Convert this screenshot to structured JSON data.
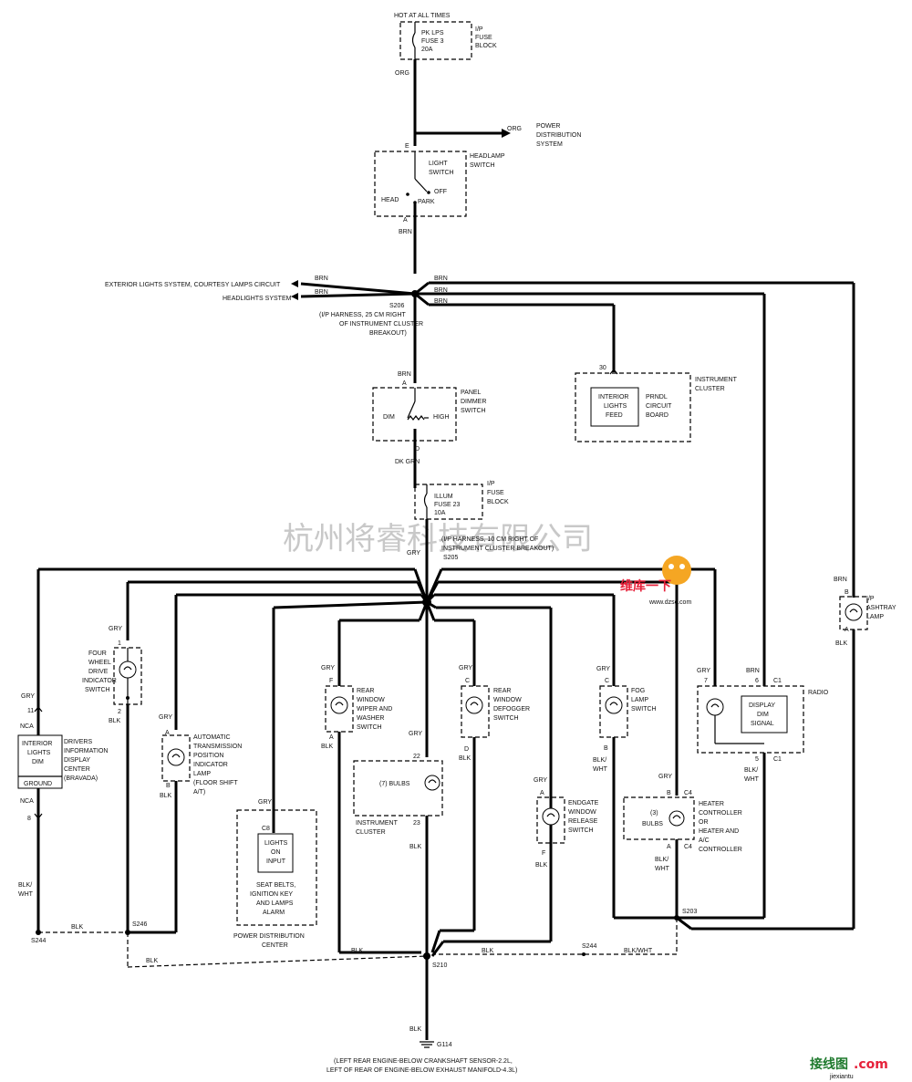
{
  "watermarks": {
    "company": "杭州将睿科技有限公司",
    "site_cn": "维库一下",
    "site_url": "www.dzsc.com",
    "bottom_logo": "接线图",
    "bottom_logo2": ".com",
    "bottom_url": "jiexiantu"
  },
  "top": {
    "hot": "HOT AT ALL TIMES",
    "fuse3_l1": "PK LPS",
    "fuse3_l2": "FUSE 3",
    "fuse3_l3": "20A",
    "ip1": "I/P",
    "ip2": "FUSE",
    "ip3": "BLOCK",
    "org": "ORG"
  },
  "headlamp": {
    "org2": "ORG",
    "pwr1": "POWER",
    "pwr2": "DISTRIBUTION",
    "pwr3": "SYSTEM",
    "e": "E",
    "light": "LIGHT",
    "switch": "SWITCH",
    "hl1": "HEADLAMP",
    "hl2": "SWITCH",
    "off": "OFF",
    "head": "HEAD",
    "park": "PARK",
    "a": "A",
    "brn": "BRN"
  },
  "s206": {
    "ext": "EXTERIOR LIGHTS SYSTEM, COURTESY LAMPS CIRCUIT",
    "hdl": "HEADLIGHTS SYSTEM",
    "brn1": "BRN",
    "brn2": "BRN",
    "brn3": "BRN",
    "brn4": "BRN",
    "brn5": "BRN",
    "id": "S206",
    "n1": "(I/P HARNESS, 25 CM RIGHT",
    "n2": "OF INSTRUMENT CLUSTER",
    "n3": "BREAKOUT)"
  },
  "cluster": {
    "pin": "30",
    "i1": "INTERIOR",
    "i2": "LIGHTS",
    "i3": "FEED",
    "p1": "PRNDL",
    "p2": "CIRCUIT",
    "p3": "BOARD",
    "c1": "INSTRUMENT",
    "c2": "CLUSTER"
  },
  "dimmer": {
    "brn": "BRN",
    "a": "A",
    "dim": "DIM",
    "high": "HIGH",
    "l1": "PANEL",
    "l2": "DIMMER",
    "l3": "SWITCH",
    "d": "D",
    "dkgrn": "DK GRN"
  },
  "illum": {
    "f1": "ILLUM",
    "f2": "FUSE 23",
    "f3": "10A",
    "ip1": "I/P",
    "ip2": "FUSE",
    "ip3": "BLOCK",
    "n1": "(I/P HARNESS, 10 CM RIGHT OF",
    "n2": "INSTRUMENT CLUSTER BREAKOUT)",
    "gry": "GRY",
    "s205": "S205"
  },
  "drivers": {
    "gry": "GRY",
    "p11": "11",
    "nca1": "NCA",
    "l1": "INTERIOR",
    "l2": "LIGHTS",
    "l3": "DIM",
    "gnd": "GROUND",
    "r1": "DRIVERS",
    "r2": "INFORMATION",
    "r3": "DISPLAY",
    "r4": "CENTER",
    "r5": "(BRAVADA)",
    "nca2": "NCA",
    "p8": "8",
    "bw1": "BLK/",
    "bw2": "WHT",
    "s244": "S244",
    "blk": "BLK"
  },
  "fourwd": {
    "gry": "GRY",
    "p1": "1",
    "l1": "FOUR",
    "l2": "WHEEL",
    "l3": "DRIVE",
    "l4": "INDICATOR",
    "l5": "SWITCH",
    "p2": "2",
    "blk": "BLK",
    "s246": "S246"
  },
  "trans": {
    "gry": "GRY",
    "a": "A",
    "l1": "AUTOMATIC",
    "l2": "TRANSMISSION",
    "l3": "POSITION",
    "l4": "INDICATOR",
    "l5": "LAMP",
    "l6": "(FLOOR SHIFT",
    "l7": "A/T)",
    "b": "B",
    "blk": "BLK"
  },
  "pdc": {
    "gry": "GRY",
    "c8": "C8",
    "i1": "LIGHTS",
    "i2": "ON",
    "i3": "INPUT",
    "s1": "SEAT BELTS,",
    "s2": "IGNITION KEY",
    "s3": "AND LAMPS",
    "s4": "ALARM",
    "n1": "POWER DISTRIBUTION",
    "n2": "CENTER",
    "blk": "BLK"
  },
  "wiper": {
    "gry": "GRY",
    "f": "F",
    "l1": "REAR",
    "l2": "WINDOW",
    "l3": "WIPER AND",
    "l4": "WASHER",
    "l5": "SWITCH",
    "a": "A",
    "blk": "BLK"
  },
  "bulbs7": {
    "gry": "GRY",
    "p22": "22",
    "lbl": "(7) BULBS",
    "p23": "23",
    "c1": "INSTRUMENT",
    "c2": "CLUSTER",
    "blk": "BLK"
  },
  "defog": {
    "gry": "GRY",
    "c": "C",
    "l1": "REAR",
    "l2": "WINDOW",
    "l3": "DEFOGGER",
    "l4": "SWITCH",
    "d": "D",
    "blk": "BLK"
  },
  "endgate": {
    "gry": "GRY",
    "a": "A",
    "l1": "ENDGATE",
    "l2": "WINDOW",
    "l3": "RELEASE",
    "l4": "SWITCH",
    "f": "F",
    "blk": "BLK"
  },
  "fog": {
    "gry": "GRY",
    "c": "C",
    "l1": "FOG",
    "l2": "LAMP",
    "l3": "SWITCH",
    "b": "B",
    "bw1": "BLK/",
    "bw2": "WHT"
  },
  "heater": {
    "gry": "GRY",
    "b": "B",
    "c4a": "C4",
    "lbl1": "(3)",
    "lbl2": "BULBS",
    "a": "A",
    "c4b": "C4",
    "r1": "HEATER",
    "r2": "CONTROLLER",
    "r3": "OR",
    "r4": "HEATER AND",
    "r5": "A/C",
    "r6": "CONTROLLER",
    "bw1": "BLK/",
    "bw2": "WHT",
    "s203": "S203"
  },
  "radio": {
    "gry": "GRY",
    "brn": "BRN",
    "p7": "7",
    "p6": "6",
    "c1a": "C1",
    "d1": "DISPLAY",
    "d2": "DIM",
    "d3": "SIGNAL",
    "lbl": "RADIO",
    "p5": "5",
    "c1b": "C1",
    "bw1": "BLK/",
    "bw2": "WHT"
  },
  "ashtray": {
    "brn": "BRN",
    "b": "B",
    "l1": "I/P",
    "l2": "ASHTRAY",
    "l3": "LAMP",
    "a": "A",
    "blk": "BLK"
  },
  "ground": {
    "blk1": "BLK",
    "blk2": "BLK",
    "blk3": "BLK",
    "blk4": "BLK",
    "blkwht": "BLK/WHT",
    "s244b": "S244",
    "s210": "S210",
    "g114": "G114",
    "n1": "(LEFT REAR ENGINE-BELOW CRANKSHAFT SENSOR-2.2L,",
    "n2": "LEFT OF REAR OF ENGINE-BELOW EXHAUST MANIFOLD-4.3L)"
  }
}
